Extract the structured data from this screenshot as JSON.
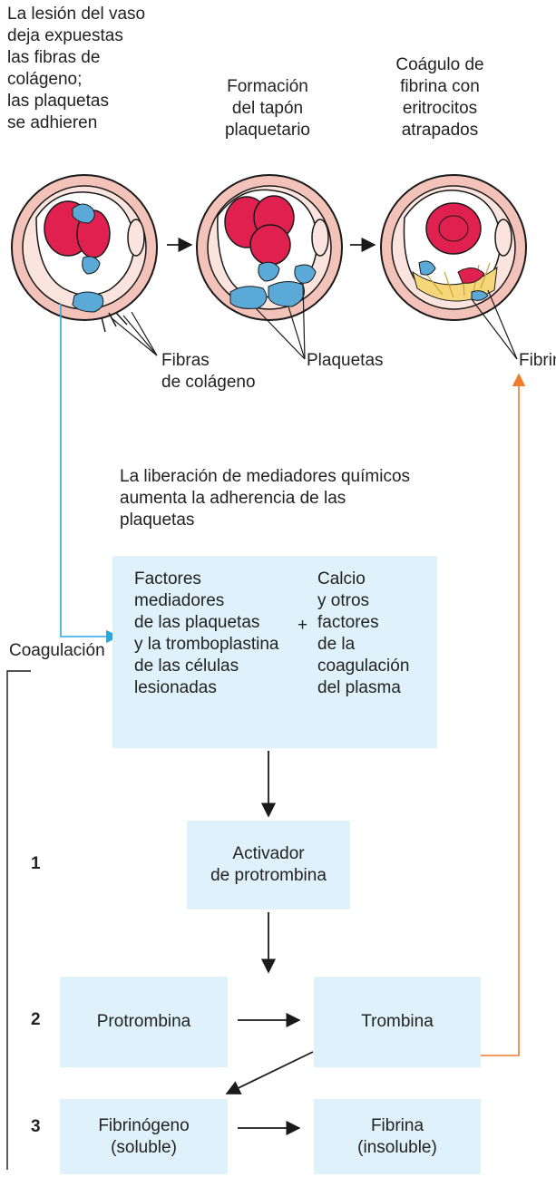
{
  "captions": {
    "step1": "La lesión del vaso\ndeja expuestas\nlas fibras de\ncolágeno;\nlas plaquetas\nse adhieren",
    "step2": "Formación\ndel tapón\nplaquetario",
    "step3": "Coágulo de\nfibrina con\neritrocitos\natrapados"
  },
  "labels": {
    "collagen": "Fibras\nde colágeno",
    "platelets": "Plaquetas",
    "fibrin": "Fibrina"
  },
  "mediators_text": "La liberación de mediadores químicos\naumenta la adherencia de las\nplaquetas",
  "factors_box": {
    "left": "Factores\nmediadores\nde las plaquetas\ny la tromboplastina\nde las células\nlesionadas",
    "plus": "+",
    "right": "Calcio\ny otros\nfactores\nde la\ncoagulación\ndel plasma"
  },
  "coagulation_label": "Coagulación",
  "steps": {
    "n1": "1",
    "n2": "2",
    "n3": "3",
    "activator": "Activador\nde protrombina",
    "prothrombin": "Protrombina",
    "thrombin": "Trombina",
    "fibrinogen": "Fibrinógeno\n(soluble)",
    "fibrin_insoluble": "Fibrina\n(insoluble)"
  },
  "colors": {
    "box_fill": "#dff2fb",
    "blue_arrow": "#29a8e0",
    "orange_arrow": "#f07c2a",
    "vessel_pink": "#f3c2b9",
    "erythrocyte": "#e0204f",
    "platelet": "#5aa9d6",
    "fibrin": "#f5d77a"
  }
}
